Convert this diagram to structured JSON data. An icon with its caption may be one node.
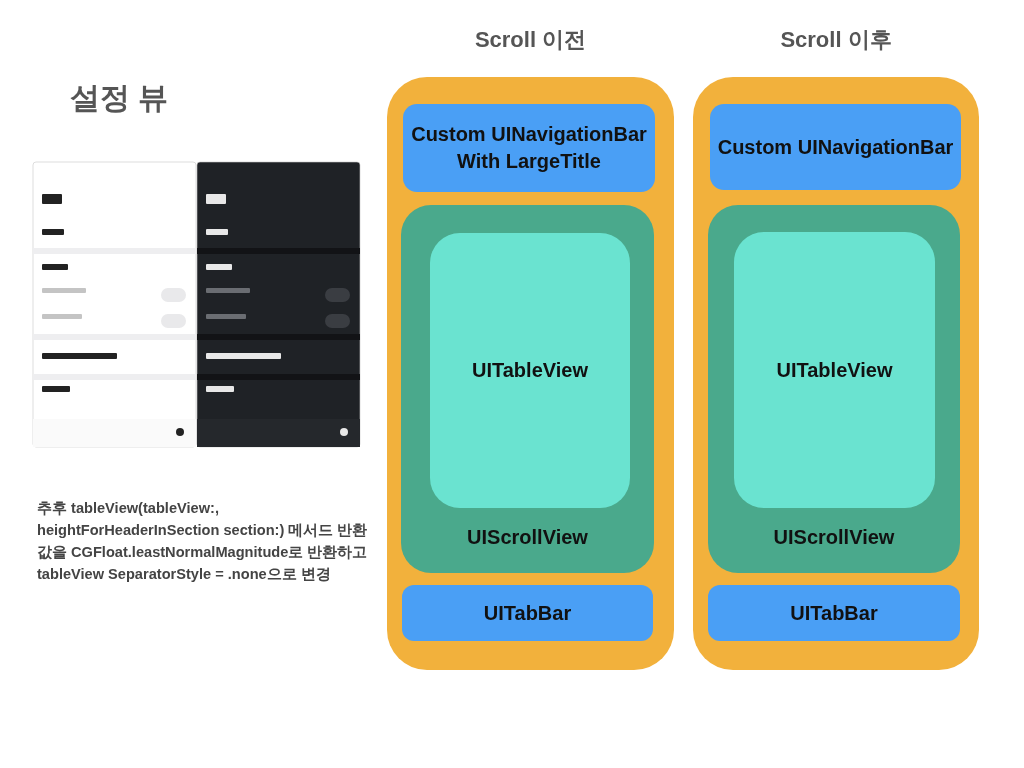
{
  "diagram": {
    "nodes": [
      {
        "text": [
          "Scroll 이전"
        ]
      },
      {
        "text": [
          "Custom UINavigationBar With LargeTitle"
        ],
        "in": 0
      },
      {
        "text": [
          "UIScrollView"
        ],
        "in": 0
      },
      {
        "text": [
          "UITableView"
        ],
        "in": 2
      },
      {
        "text": [
          "UITabBar"
        ],
        "in": 0
      },
      {
        "text": [
          "Scroll 이후"
        ]
      },
      {
        "text": [
          "Custom UINavigationBar"
        ],
        "in": 5
      },
      {
        "text": [
          "UIScrollView"
        ],
        "in": 5
      },
      {
        "text": [
          "UITableView"
        ],
        "in": 7
      },
      {
        "text": [
          "UITabBar"
        ],
        "in": 5
      }
    ],
    "edges": [],
    "labels": [
      "설정 뷰",
      "추후 tableView(tableView:, heightForHeaderInSection section:) 메서드 반환값을 CGFloat.leastNormalMagnitude로 반환하고 tableView SeparatorStyle = .none으로 변경"
    ]
  }
}
